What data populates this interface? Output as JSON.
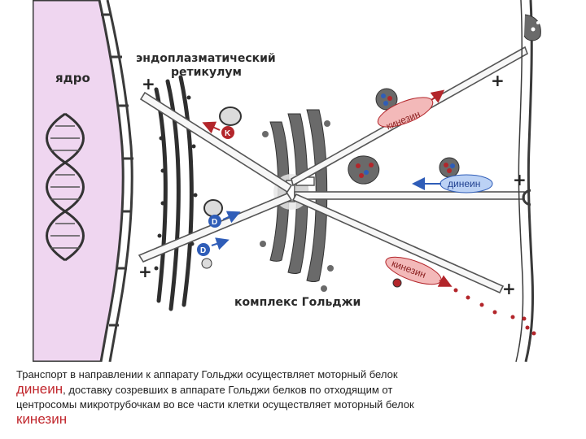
{
  "diagram": {
    "labels": {
      "nucleus": "ядро",
      "er_line1": "эндоплазматический",
      "er_line2": "ретикулум",
      "golgi": "комплекс Гольджи",
      "dynein_motor": "динеин",
      "kinesin_top": "кинезин",
      "kinesin_bottom": "кинезин",
      "plus": "+",
      "k_marker": "K",
      "d_marker": "D"
    },
    "colors": {
      "nucleus_fill": "#efd6f0",
      "membrane": "#3a3a3a",
      "golgi": "#5a5a5a",
      "dynein": "#5b86d6",
      "kinesin": "#e88a8a",
      "cargo_red": "#b3262b",
      "cargo_blue": "#2f5db8"
    }
  },
  "caption": {
    "line1": "Транспорт в направлении к аппарату Гольджи осуществляет моторный белок",
    "word_dynein": "динеин",
    "line2": ", доставку созревших в аппарате Гольджи белков по отходящим от",
    "line3": "центросомы микротрубочкам во все части клетки осуществляет моторный белок",
    "word_kinesin": "кинезин"
  }
}
